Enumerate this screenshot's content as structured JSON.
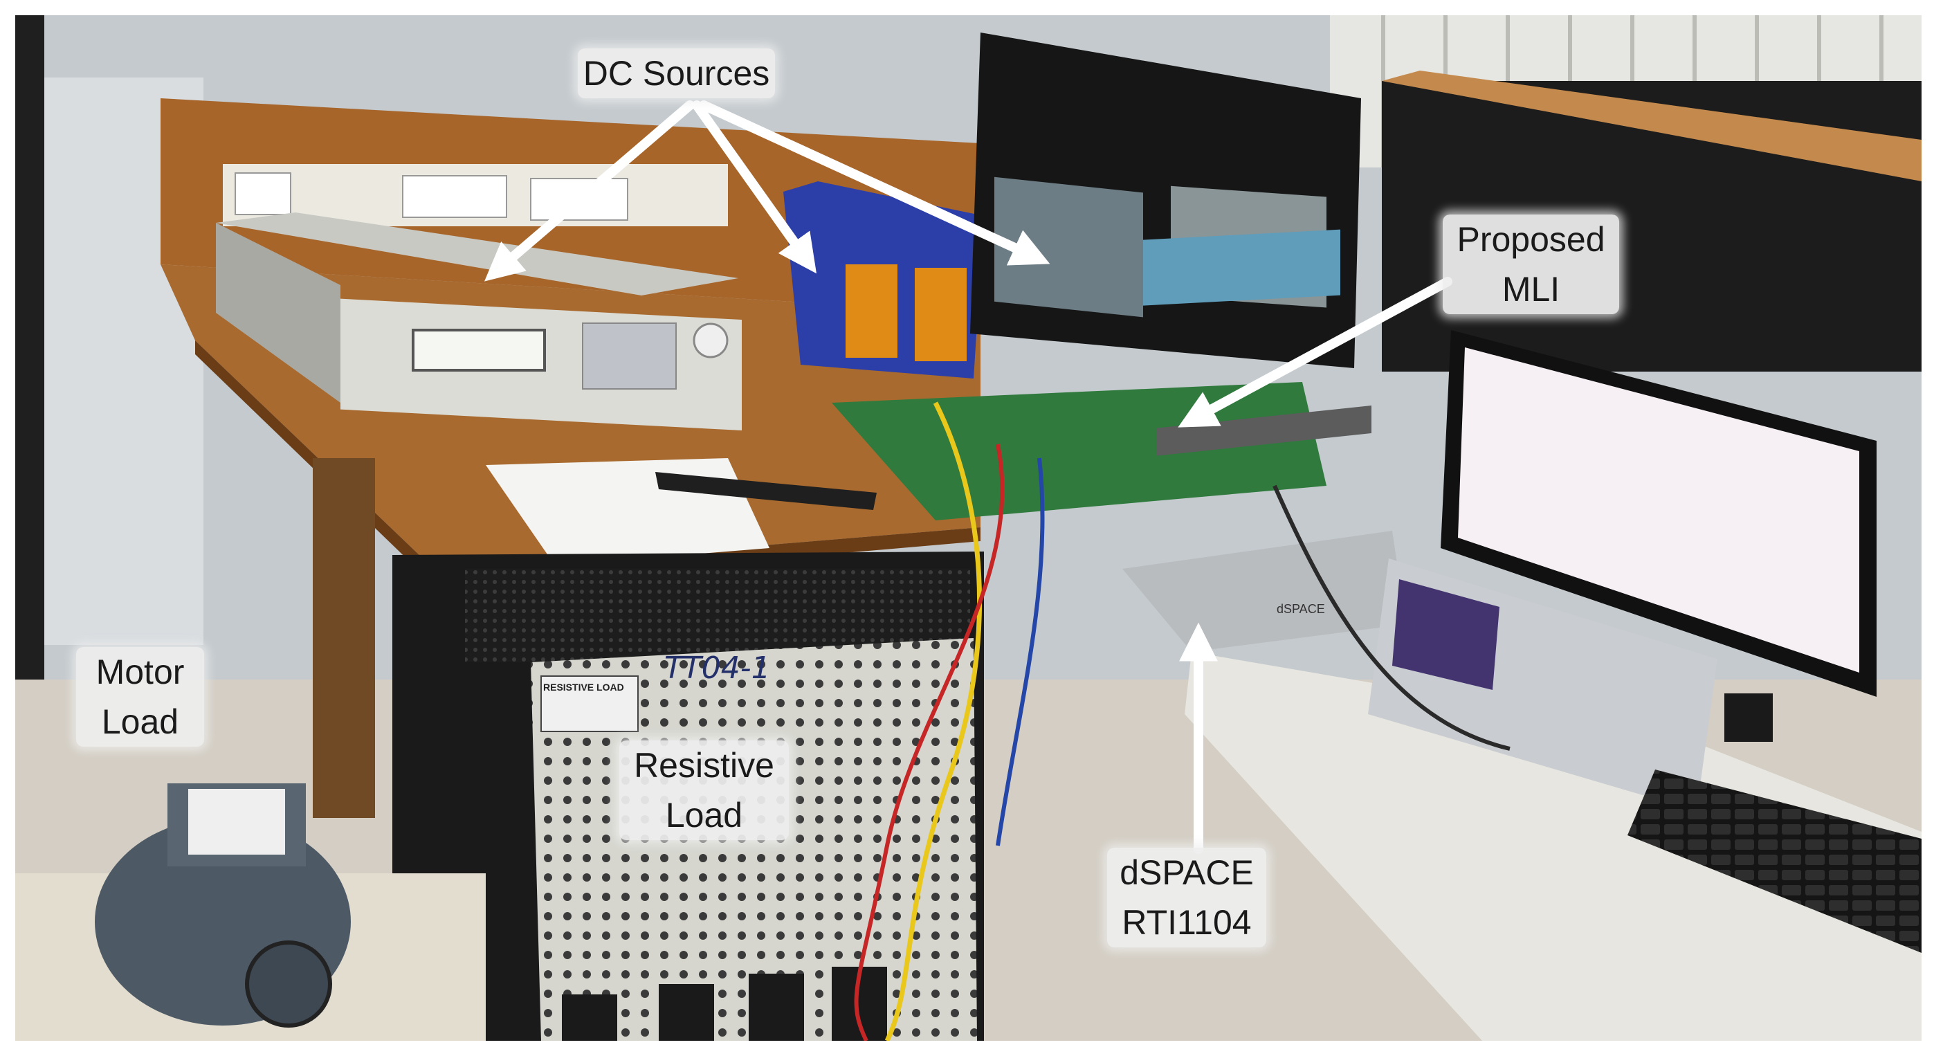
{
  "annotations": {
    "dc_sources": "DC Sources",
    "proposed_mli": [
      "Proposed",
      "MLI"
    ],
    "motor_load": [
      "Motor",
      "Load"
    ],
    "resistive_load": [
      "Resistive",
      "Load"
    ],
    "dspace": [
      "dSPACE",
      "RTI1104"
    ]
  },
  "equipment_text": {
    "load_tag": "TT04-1",
    "panel_label": "RESISTIVE LOAD",
    "dspace_badge": "dSPACE"
  },
  "colors": {
    "label_bg": "#eeeeee",
    "arrow": "#ffffff",
    "desk_wood": "#9a5b23",
    "wall": "#c9cfd2"
  }
}
